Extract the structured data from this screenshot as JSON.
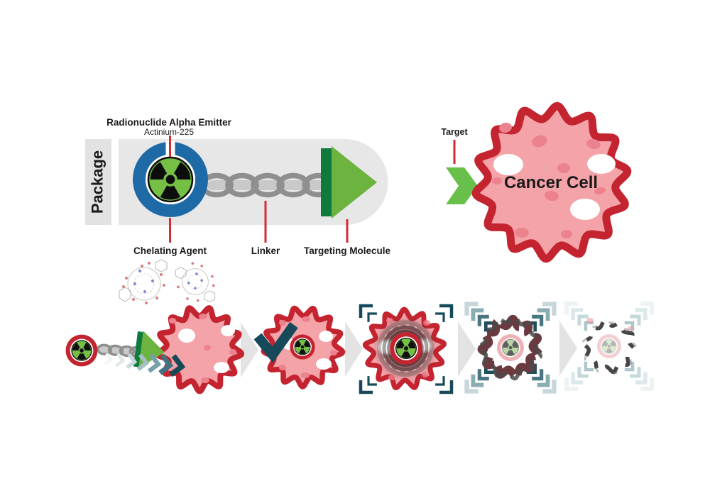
{
  "package_diagram": {
    "side_label": "Package",
    "emitter_title": "Radionuclide Alpha Emitter",
    "emitter_subtitle": "Actinium-225",
    "chelating_agent_label": "Chelating Agent",
    "linker_label": "Linker",
    "targeting_molecule_label": "Targeting Molecule"
  },
  "cancer_cell_diagram": {
    "target_label": "Target",
    "cell_label": "Cancer Cell"
  },
  "icons": {
    "radionuclide": "radiation-trefoil-icon",
    "approach_motion": "chevron-trail-icon",
    "binding_success": "checkmark-icon",
    "irradiation_frame": "focus-corners-icon",
    "step_transition": "step-arrow-icon",
    "linker": "chain-icon",
    "targeting_molecule": "arrowhead-icon"
  },
  "colors": {
    "crimson": "#c3242f",
    "pink": "#f4a3a8",
    "spot": "#ec828d",
    "blue": "#1e6aa7",
    "green": "#74bf44",
    "dkgreen": "#0e7a3c",
    "ltgreen": "#6db33f",
    "target_green": "#68c04a",
    "teal": "#16495a",
    "pill": "#e7e7e7",
    "strip": "#e2e2e2",
    "arrow": "#e3e3e3",
    "chain": "#8f8f8f",
    "tick": "#d52b33",
    "ink": "#1a1a1a"
  }
}
